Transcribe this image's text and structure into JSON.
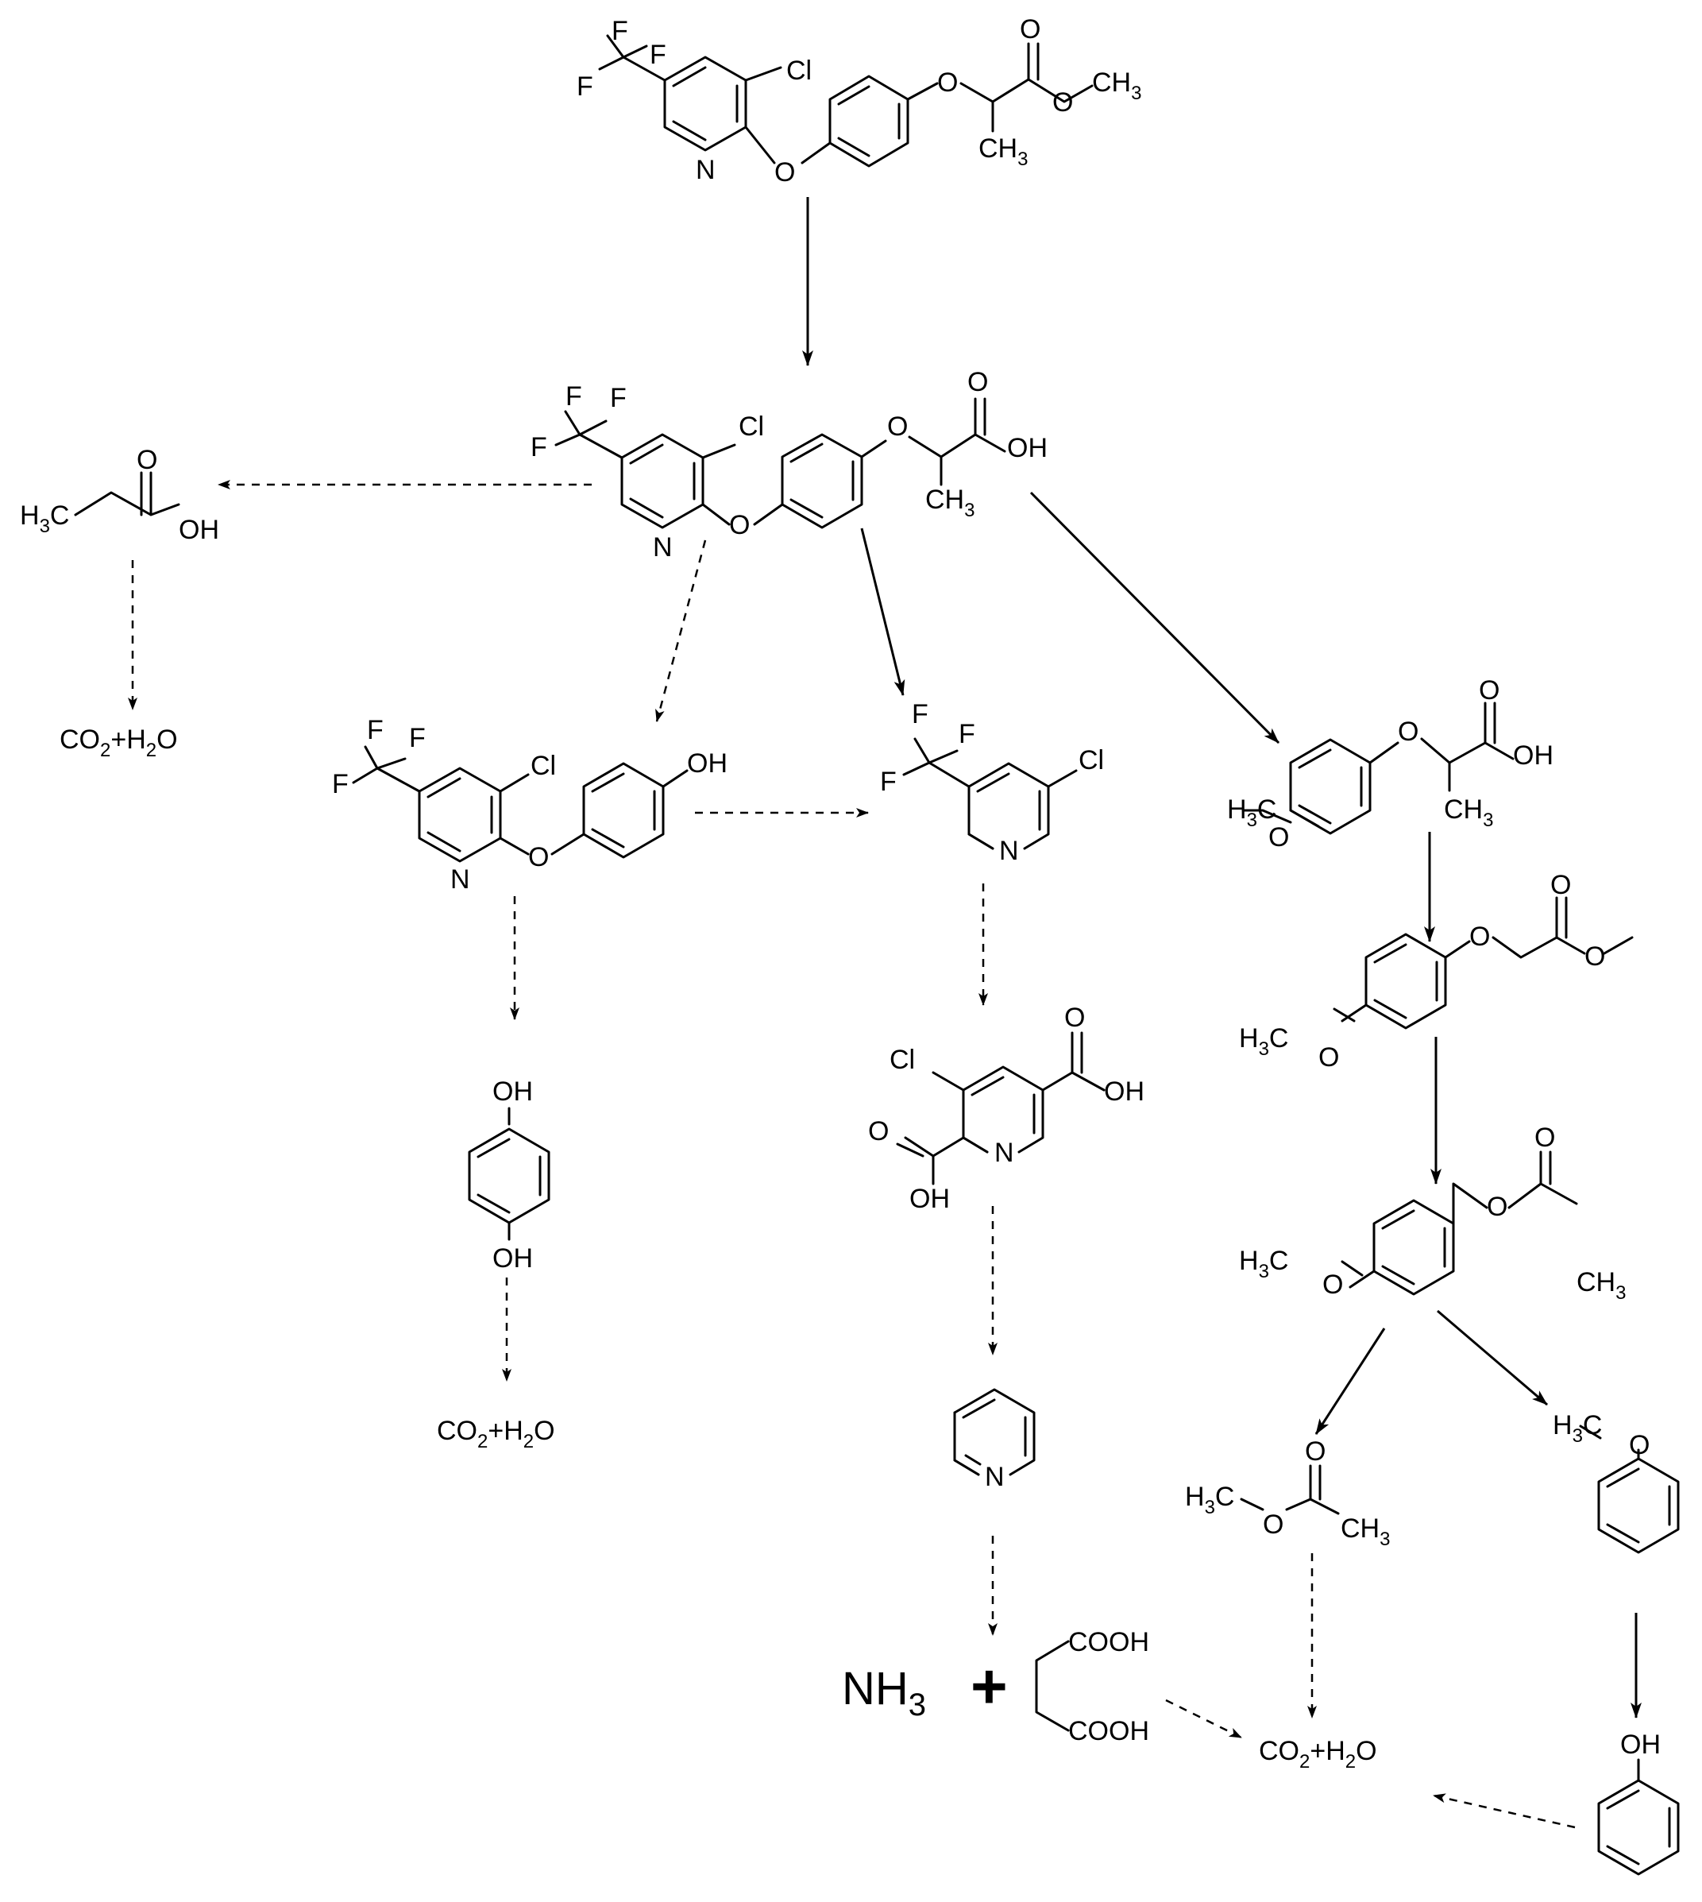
{
  "compounds": {
    "c1": {
      "F1": "F",
      "F2": "F",
      "F3": "F",
      "Cl": "Cl",
      "N": "N",
      "O1": "O",
      "O2": "O",
      "O3": "O",
      "O4": "O",
      "CH3a": "CH",
      "CH3a_sub": "3",
      "CH3b": "CH",
      "CH3b_sub": "3"
    },
    "c2": {
      "F1": "F",
      "F2": "F",
      "F3": "F",
      "Cl": "Cl",
      "N": "N",
      "O1": "O",
      "O2": "O",
      "O3": "O",
      "OH": "OH",
      "CH3": "CH",
      "CH3_sub": "3"
    },
    "c3": {
      "H3C_H": "H",
      "H3C_sub": "3",
      "H3C_C": "C",
      "O": "O",
      "OH": "OH"
    },
    "c4": {
      "F1": "F",
      "F2": "F",
      "F3": "F",
      "Cl": "Cl",
      "N": "N",
      "O": "O",
      "OH": "OH"
    },
    "c5": {
      "F1": "F",
      "F2": "F",
      "F3": "F",
      "Cl": "Cl",
      "N": "N"
    },
    "c6": {
      "H3C_H": "H",
      "H3C_sub": "3",
      "H3C_C": "C",
      "O1": "O",
      "O2": "O",
      "O3": "O",
      "OH": "OH",
      "CH3": "CH",
      "CH3_sub": "3"
    },
    "c7": {
      "H3C_H": "H",
      "H3C_sub": "3",
      "H3C_C": "C",
      "O1": "O",
      "O2": "O",
      "O3": "O",
      "O4": "O"
    },
    "c8": {
      "OH1": "OH",
      "OH2": "OH"
    },
    "c9": {
      "Cl": "Cl",
      "N": "N",
      "O1": "O",
      "OH1": "OH",
      "O2": "O",
      "OH2": "OH"
    },
    "c10": {
      "H3C_H": "H",
      "H3C_sub": "3",
      "H3C_C": "C",
      "O1": "O",
      "O2": "O",
      "O3": "O",
      "CH3": "CH",
      "CH3_sub": "3"
    },
    "c11": {
      "N": "N"
    },
    "c12": {
      "H3C_H": "H",
      "H3C_sub": "3",
      "H3C_C": "C",
      "O1": "O",
      "O2": "O",
      "CH3": "CH",
      "CH3_sub": "3"
    },
    "c13": {
      "H3C_H": "H",
      "H3C_sub": "3",
      "H3C_C": "C",
      "O": "O"
    },
    "c14": {
      "OH": "OH"
    },
    "succinic": {
      "COOH1": "COOH",
      "COOH2": "COOH"
    }
  },
  "products": {
    "co2_left": {
      "a": "CO",
      "a_sub": "2",
      "b": "+H",
      "b_sub": "2",
      "c": "O"
    },
    "co2_mid": {
      "a": "CO",
      "a_sub": "2",
      "b": "+H",
      "b_sub": "2",
      "c": "O"
    },
    "co2_bottom": {
      "a": "CO",
      "a_sub": "2",
      "b": "+H",
      "b_sub": "2",
      "c": "O"
    },
    "nh3": {
      "a": "NH",
      "a_sub": "3"
    },
    "plus": "+"
  }
}
